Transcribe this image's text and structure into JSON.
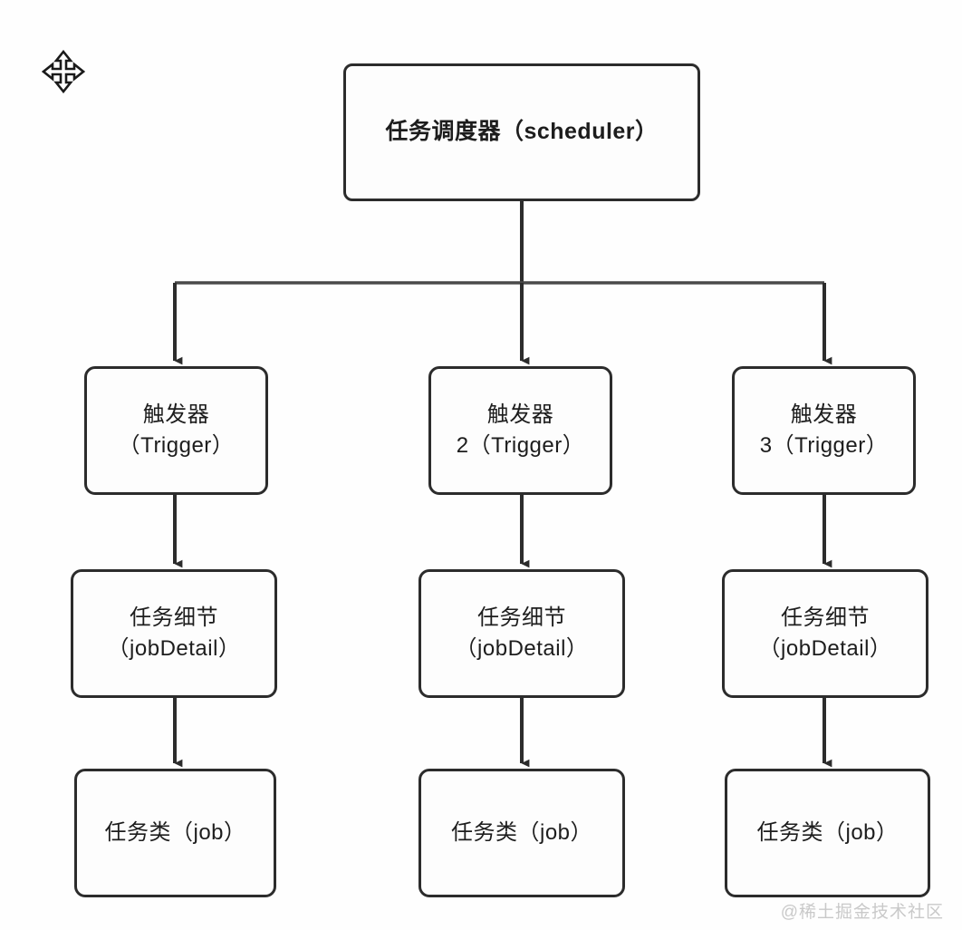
{
  "diagram": {
    "title_node": {
      "id": "scheduler",
      "label": "任务调度器（scheduler）"
    },
    "columns": [
      {
        "trigger": "触发器\n（Trigger）",
        "job_detail": "任务细节\n（jobDetail）",
        "job": "任务类（job）"
      },
      {
        "trigger": "触发器\n2（Trigger）",
        "job_detail": "任务细节\n（jobDetail）",
        "job": "任务类（job）"
      },
      {
        "trigger": "触发器\n3（Trigger）",
        "job_detail": "任务细节\n（jobDetail）",
        "job": "任务类（job）"
      }
    ],
    "colors": {
      "border": "#2c2c2c",
      "node_fill": "#fdfdfd",
      "edge": "#2c2c2c",
      "canvas": "#fefefe",
      "watermark": "#c9c9c9"
    }
  },
  "overlay": {
    "cursor_icon": "move-cursor-icon",
    "watermark": "@稀土掘金技术社区"
  }
}
